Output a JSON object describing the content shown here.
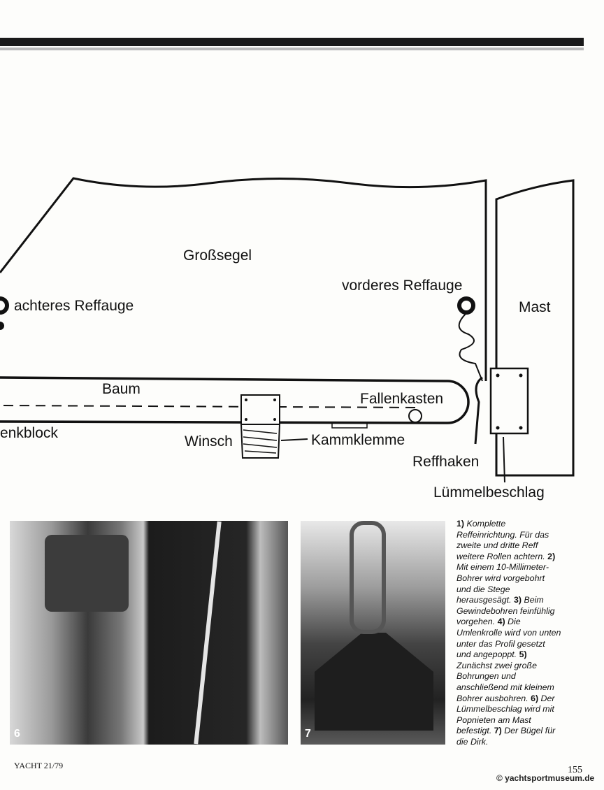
{
  "diagram": {
    "labels": {
      "sail": "Großsegel",
      "rear_eye": "achteres Reffauge",
      "front_eye": "vorderes Reffauge",
      "mast": "Mast",
      "boom": "Baum",
      "halyard_box": "Fallenkasten",
      "block": "enkblock",
      "winch": "Winsch",
      "cleat": "Kammklemme",
      "hook": "Reffhaken",
      "gooseneck": "Lümmelbeschlag"
    }
  },
  "photos": [
    {
      "number": "6"
    },
    {
      "number": "7"
    }
  ],
  "caption": [
    {
      "num": "1)",
      "text": " Komplette Reffeinrichtung. Für das zweite und dritte Reff weitere Rollen achtern. "
    },
    {
      "num": "2)",
      "text": " Mit einem 10-Millimeter-Bohrer wird vorgebohrt und die Stege herausgesägt. "
    },
    {
      "num": "3)",
      "text": " Beim Gewindebohren feinfühlig vorgehen. "
    },
    {
      "num": "4)",
      "text": " Die Umlenkrolle wird von unten unter das Profil gesetzt und angepoppt. "
    },
    {
      "num": "5)",
      "text": " Zunächst zwei große Bohrungen und anschließend mit kleinem Bohrer ausbohren. "
    },
    {
      "num": "6)",
      "text": " Der Lümmelbeschlag wird mit Popnieten am Mast befestigt. "
    },
    {
      "num": "7)",
      "text": " Der Bügel für die Dirk."
    }
  ],
  "footer": {
    "magazine": "YACHT 21/79",
    "page": "155",
    "copyright": "© yachtsportmuseum.de"
  }
}
